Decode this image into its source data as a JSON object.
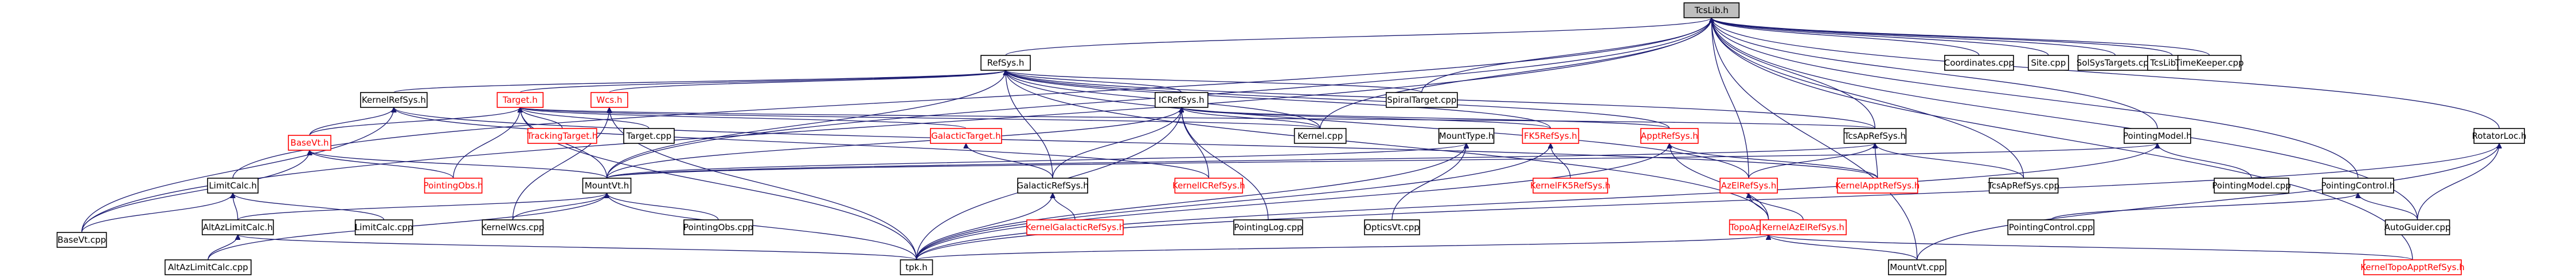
{
  "diagram": {
    "colors": {
      "edge": "#191970",
      "node_border": "#000000",
      "missing_border": "#ff0000",
      "root_fill": "#bfbfbf",
      "background": "#ffffff"
    },
    "nodes": [
      {
        "id": "tcslib",
        "label": "TcsLib.h",
        "style": "root"
      },
      {
        "id": "refsys",
        "label": "RefSys.h",
        "style": "normal"
      },
      {
        "id": "coordinates",
        "label": "Coordinates.cpp",
        "style": "normal"
      },
      {
        "id": "site",
        "label": "Site.cpp",
        "style": "normal"
      },
      {
        "id": "solsys",
        "label": "SolSysTargets.cpp",
        "style": "normal"
      },
      {
        "id": "tcslibcpp",
        "label": "TcsLib.cpp",
        "style": "normal"
      },
      {
        "id": "timekeeper",
        "label": "TimeKeeper.cpp",
        "style": "normal"
      },
      {
        "id": "kernelrefsys",
        "label": "KernelRefSys.h",
        "style": "normal"
      },
      {
        "id": "target",
        "label": "Target.h",
        "style": "red"
      },
      {
        "id": "wcs",
        "label": "Wcs.h",
        "style": "red"
      },
      {
        "id": "spiraltarget",
        "label": "SpiralTarget.cpp",
        "style": "normal"
      },
      {
        "id": "icrefsys",
        "label": "ICRefSys.h",
        "style": "normal"
      },
      {
        "id": "trackingtarget",
        "label": "TrackingTarget.h",
        "style": "red"
      },
      {
        "id": "basevt",
        "label": "BaseVt.h",
        "style": "red"
      },
      {
        "id": "targetcpp",
        "label": "Target.cpp",
        "style": "normal"
      },
      {
        "id": "galactictarget",
        "label": "GalacticTarget.h",
        "style": "red"
      },
      {
        "id": "kernelcpp",
        "label": "Kernel.cpp",
        "style": "normal"
      },
      {
        "id": "mounttype",
        "label": "MountType.h",
        "style": "normal"
      },
      {
        "id": "fk5refsys",
        "label": "FK5RefSys.h",
        "style": "red"
      },
      {
        "id": "apptrefsys",
        "label": "ApptRefSys.h",
        "style": "red"
      },
      {
        "id": "tcsaprefsys",
        "label": "TcsApRefSys.h",
        "style": "normal"
      },
      {
        "id": "pointingmodel",
        "label": "PointingModel.h",
        "style": "normal"
      },
      {
        "id": "rotatorloc",
        "label": "RotatorLoc.h",
        "style": "normal"
      },
      {
        "id": "limitcalc",
        "label": "LimitCalc.h",
        "style": "normal"
      },
      {
        "id": "pointingobs",
        "label": "PointingObs.h",
        "style": "red"
      },
      {
        "id": "mountvt",
        "label": "MountVt.h",
        "style": "normal"
      },
      {
        "id": "galacticrefsys",
        "label": "GalacticRefSys.h",
        "style": "normal"
      },
      {
        "id": "kernelicrefsys",
        "label": "KernelICRefSys.h",
        "style": "red"
      },
      {
        "id": "kernelfk5refsys",
        "label": "KernelFK5RefSys.h",
        "style": "red"
      },
      {
        "id": "kernelapptrefsys",
        "label": "KernelApptRefSys.h",
        "style": "red"
      },
      {
        "id": "azelrefsys",
        "label": "AzElRefSys.h",
        "style": "red"
      },
      {
        "id": "tcsaprefsyscpp",
        "label": "TcsApRefSys.cpp",
        "style": "normal"
      },
      {
        "id": "pointingmodelcpp",
        "label": "PointingModel.cpp",
        "style": "normal"
      },
      {
        "id": "pointingcontrol",
        "label": "PointingControl.h",
        "style": "normal"
      },
      {
        "id": "basevtcpp",
        "label": "BaseVt.cpp",
        "style": "normal"
      },
      {
        "id": "altazlimitcalc",
        "label": "AltAzLimitCalc.h",
        "style": "normal"
      },
      {
        "id": "limitcalccpp",
        "label": "LimitCalc.cpp",
        "style": "normal"
      },
      {
        "id": "kernelwcs",
        "label": "KernelWcs.cpp",
        "style": "normal"
      },
      {
        "id": "pointingobscpp",
        "label": "PointingObs.cpp",
        "style": "normal"
      },
      {
        "id": "kernelgalacticrefsys",
        "label": "KernelGalacticRefSys.h",
        "style": "red"
      },
      {
        "id": "pointinglog",
        "label": "PointingLog.cpp",
        "style": "normal"
      },
      {
        "id": "opticsvt",
        "label": "OpticsVt.cpp",
        "style": "normal"
      },
      {
        "id": "topoapptrefsys",
        "label": "TopoApptRefSys.h",
        "style": "red"
      },
      {
        "id": "kernelazelrefsys",
        "label": "KernelAzElRefSys.h",
        "style": "red"
      },
      {
        "id": "pointingcontrolcpp",
        "label": "PointingControl.cpp",
        "style": "normal"
      },
      {
        "id": "autoguider",
        "label": "AutoGuider.cpp",
        "style": "normal"
      },
      {
        "id": "altazlimitcalccpp",
        "label": "AltAzLimitCalc.cpp",
        "style": "normal"
      },
      {
        "id": "tpk",
        "label": "tpk.h",
        "style": "normal"
      },
      {
        "id": "mountvtcpp",
        "label": "MountVt.cpp",
        "style": "normal"
      },
      {
        "id": "kerneltopoapptrefsys",
        "label": "KernelTopoApptRefSys.h",
        "style": "red"
      }
    ],
    "edges": [
      [
        "refsys",
        "tcslib"
      ],
      [
        "coordinates",
        "tcslib"
      ],
      [
        "site",
        "tcslib"
      ],
      [
        "solsys",
        "tcslib"
      ],
      [
        "tcslibcpp",
        "tcslib"
      ],
      [
        "timekeeper",
        "tcslib"
      ],
      [
        "spiraltarget",
        "tcslib"
      ],
      [
        "kernelcpp",
        "tcslib"
      ],
      [
        "tcsaprefsys",
        "tcslib"
      ],
      [
        "pointingmodel",
        "tcslib"
      ],
      [
        "rotatorloc",
        "tcslib"
      ],
      [
        "limitcalc",
        "tcslib"
      ],
      [
        "basevtcpp",
        "tcslib"
      ],
      [
        "mountvt",
        "tcslib"
      ],
      [
        "pointingcontrol",
        "tcslib"
      ],
      [
        "autoguider",
        "tcslib"
      ],
      [
        "kerneltopoapptrefsys",
        "tcslib"
      ],
      [
        "azelrefsys",
        "tcslib"
      ],
      [
        "tcsaprefsyscpp",
        "tcslib"
      ],
      [
        "mountvtcpp",
        "tcslib"
      ],
      [
        "kernelrefsys",
        "refsys"
      ],
      [
        "target",
        "refsys"
      ],
      [
        "wcs",
        "refsys"
      ],
      [
        "icrefsys",
        "refsys"
      ],
      [
        "galacticrefsys",
        "refsys"
      ],
      [
        "fk5refsys",
        "refsys"
      ],
      [
        "apptrefsys",
        "refsys"
      ],
      [
        "spiraltarget",
        "refsys"
      ],
      [
        "tcsaprefsys",
        "refsys"
      ],
      [
        "azelrefsys",
        "refsys"
      ],
      [
        "topoapptrefsys",
        "refsys"
      ],
      [
        "mountvt",
        "refsys"
      ],
      [
        "kernelcpp",
        "refsys"
      ],
      [
        "basevt",
        "kernelrefsys"
      ],
      [
        "kernelicrefsys",
        "kernelrefsys"
      ],
      [
        "kernelapptrefsys",
        "kernelrefsys"
      ],
      [
        "basevtcpp",
        "kernelrefsys"
      ],
      [
        "trackingtarget",
        "target"
      ],
      [
        "targetcpp",
        "target"
      ],
      [
        "galactictarget",
        "target"
      ],
      [
        "basevt",
        "target"
      ],
      [
        "mountvt",
        "target"
      ],
      [
        "tpk",
        "target"
      ],
      [
        "pointingobs",
        "target"
      ],
      [
        "tcsaprefsys",
        "target"
      ],
      [
        "kernelcpp",
        "target"
      ],
      [
        "tpk",
        "wcs"
      ],
      [
        "kernelwcs",
        "wcs"
      ],
      [
        "galacticrefsys",
        "icrefsys"
      ],
      [
        "fk5refsys",
        "icrefsys"
      ],
      [
        "apptrefsys",
        "icrefsys"
      ],
      [
        "kernelicrefsys",
        "icrefsys"
      ],
      [
        "mountvt",
        "icrefsys"
      ],
      [
        "tpk",
        "icrefsys"
      ],
      [
        "pointinglog",
        "icrefsys"
      ],
      [
        "kernelcpp",
        "icrefsys"
      ],
      [
        "galacticrefsys",
        "galactictarget"
      ],
      [
        "mountvt",
        "basevt"
      ],
      [
        "basevtcpp",
        "basevt"
      ],
      [
        "pointingobs",
        "basevt"
      ],
      [
        "mountvt",
        "mounttype"
      ],
      [
        "tpk",
        "mounttype"
      ],
      [
        "opticsvt",
        "mounttype"
      ],
      [
        "kernelfk5refsys",
        "fk5refsys"
      ],
      [
        "tpk",
        "fk5refsys"
      ],
      [
        "kernelapptrefsys",
        "apptrefsys"
      ],
      [
        "tpk",
        "apptrefsys"
      ],
      [
        "topoapptrefsys",
        "apptrefsys"
      ],
      [
        "azelrefsys",
        "tcsaprefsys"
      ],
      [
        "kernelapptrefsys",
        "tcsaprefsys"
      ],
      [
        "tcsaprefsyscpp",
        "tcsaprefsys"
      ],
      [
        "mountvt",
        "tcsaprefsys"
      ],
      [
        "pointingmodelcpp",
        "pointingmodel"
      ],
      [
        "mountvt",
        "pointingmodel"
      ],
      [
        "tpk",
        "pointingmodel"
      ],
      [
        "autoguider",
        "rotatorloc"
      ],
      [
        "tpk",
        "rotatorloc"
      ],
      [
        "mountvtcpp",
        "rotatorloc"
      ],
      [
        "basevtcpp",
        "limitcalc"
      ],
      [
        "altazlimitcalc",
        "limitcalc"
      ],
      [
        "limitcalccpp",
        "limitcalc"
      ],
      [
        "tpk",
        "mountvt"
      ],
      [
        "altazlimitcalccpp",
        "mountvt"
      ],
      [
        "kernelwcs",
        "mountvt"
      ],
      [
        "pointingobscpp",
        "mountvt"
      ],
      [
        "altazlimitcalc",
        "mountvt"
      ],
      [
        "kernelgalacticrefsys",
        "galacticrefsys"
      ],
      [
        "tpk",
        "galacticrefsys"
      ],
      [
        "kernelazelrefsys",
        "azelrefsys"
      ],
      [
        "topoapptrefsys",
        "azelrefsys"
      ],
      [
        "pointingcontrolcpp",
        "pointingcontrol"
      ],
      [
        "autoguider",
        "pointingcontrol"
      ],
      [
        "tpk",
        "altazlimitcalc"
      ],
      [
        "altazlimitcalccpp",
        "altazlimitcalc"
      ],
      [
        "tpk",
        "topoapptrefsys"
      ],
      [
        "mountvtcpp",
        "topoapptrefsys"
      ],
      [
        "kerneltopoapptrefsys",
        "topoapptrefsys"
      ]
    ]
  }
}
